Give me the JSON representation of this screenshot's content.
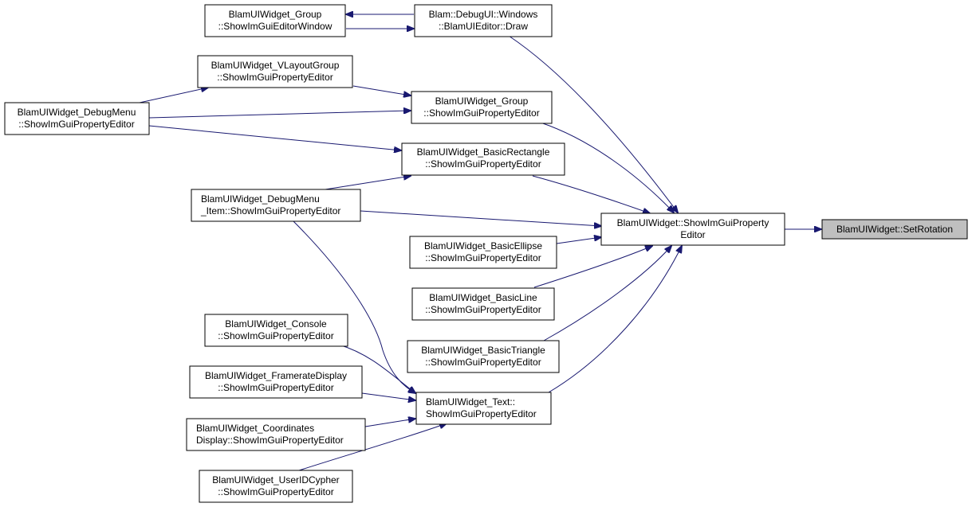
{
  "colors": {
    "edge": "#191970",
    "node_border": "#000000",
    "node_fill": "#ffffff",
    "current_fill": "#bfbfbf"
  },
  "nodes": {
    "set_rotation": [
      "BlamUIWidget::SetRotation"
    ],
    "show_property_editor": [
      "BlamUIWidget::ShowImGuiProperty",
      "Editor"
    ],
    "group_editor_window": [
      "BlamUIWidget_Group",
      "::ShowImGuiEditorWindow"
    ],
    "blam_ui_editor_draw": [
      "Blam::DebugUI::Windows",
      "::BlamUIEditor::Draw"
    ],
    "vlayout_group": [
      "BlamUIWidget_VLayoutGroup",
      "::ShowImGuiPropertyEditor"
    ],
    "debug_menu": [
      "BlamUIWidget_DebugMenu",
      "::ShowImGuiPropertyEditor"
    ],
    "group_property": [
      "BlamUIWidget_Group",
      "::ShowImGuiPropertyEditor"
    ],
    "basic_rectangle": [
      "BlamUIWidget_BasicRectangle",
      "::ShowImGuiPropertyEditor"
    ],
    "debug_menu_item": [
      "BlamUIWidget_DebugMenu",
      "_Item::ShowImGuiPropertyEditor"
    ],
    "basic_ellipse": [
      "BlamUIWidget_BasicEllipse",
      "::ShowImGuiPropertyEditor"
    ],
    "basic_line": [
      "BlamUIWidget_BasicLine",
      "::ShowImGuiPropertyEditor"
    ],
    "basic_triangle": [
      "BlamUIWidget_BasicTriangle",
      "::ShowImGuiPropertyEditor"
    ],
    "console": [
      "BlamUIWidget_Console",
      "::ShowImGuiPropertyEditor"
    ],
    "framerate_display": [
      "BlamUIWidget_FramerateDisplay",
      "::ShowImGuiPropertyEditor"
    ],
    "coordinates_display": [
      "BlamUIWidget_Coordinates",
      "Display::ShowImGuiPropertyEditor"
    ],
    "text": [
      "BlamUIWidget_Text::",
      "ShowImGuiPropertyEditor"
    ],
    "user_id_cypher": [
      "BlamUIWidget_UserIDCypher",
      "::ShowImGuiPropertyEditor"
    ]
  }
}
